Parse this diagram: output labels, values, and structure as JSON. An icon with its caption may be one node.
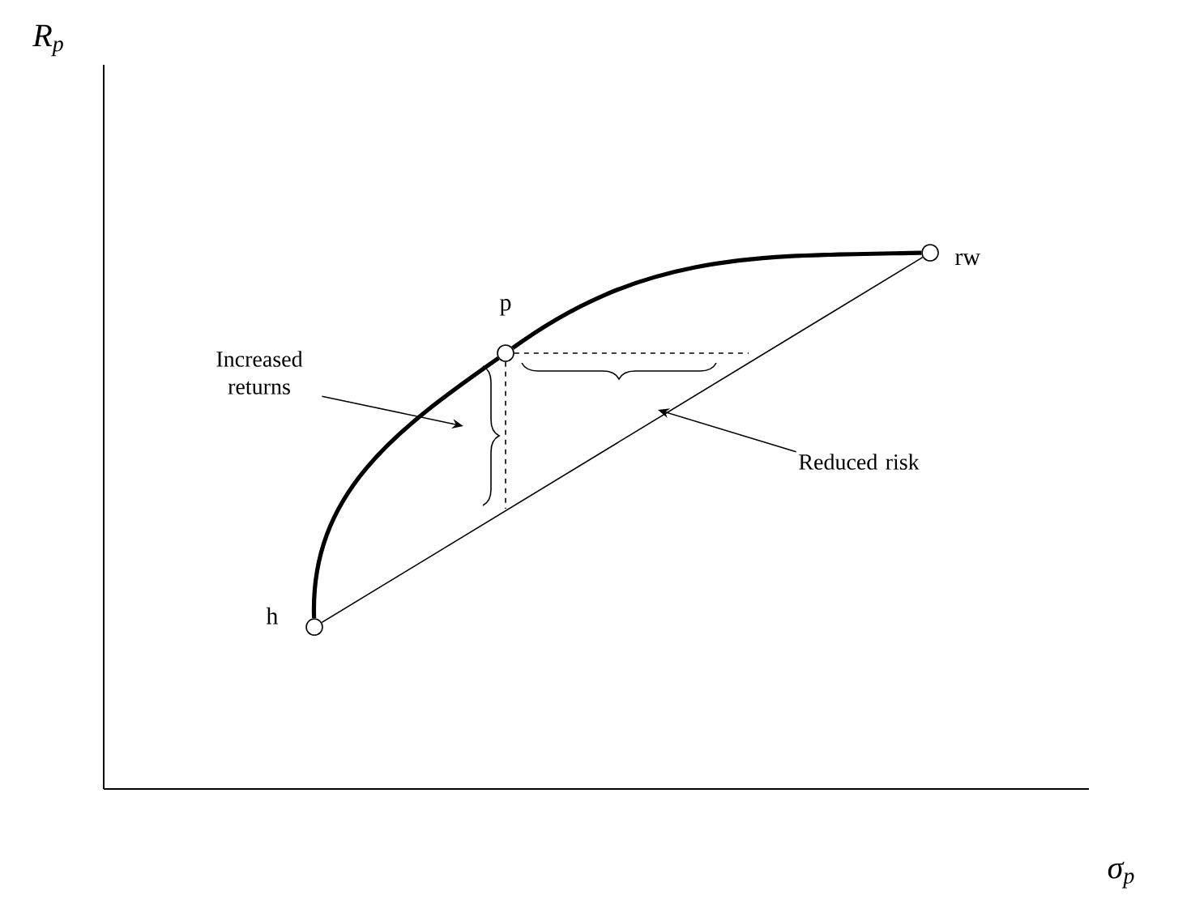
{
  "diagram": {
    "nodes": [
      {
        "text": [],
        "shape": "circle",
        "beside": [
          "h"
        ]
      },
      {
        "text": [],
        "shape": "circle",
        "beside": [
          "p"
        ]
      },
      {
        "text": [],
        "shape": "circle",
        "beside": [
          "rw"
        ]
      },
      {
        "text": [
          "Increased returns"
        ]
      },
      {
        "text": [
          "Reduced risk"
        ]
      }
    ],
    "edges": [
      {
        "from": 0,
        "to": 1,
        "arrow": "none",
        "style": "thick"
      },
      {
        "from": 1,
        "to": 2,
        "arrow": "none",
        "style": "thick"
      },
      {
        "from": 0,
        "to": 2,
        "arrow": "none"
      },
      {
        "from": 3,
        "to": null,
        "arrow": "to"
      },
      {
        "from": 4,
        "to": null,
        "arrow": "to"
      },
      {
        "from": 1,
        "to": null,
        "arrow": "none",
        "style": "dashed"
      },
      {
        "from": 1,
        "to": null,
        "arrow": "none",
        "style": "dashed"
      }
    ],
    "labels": [
      "R$_{p}$",
      "σ$_{p}$"
    ]
  }
}
